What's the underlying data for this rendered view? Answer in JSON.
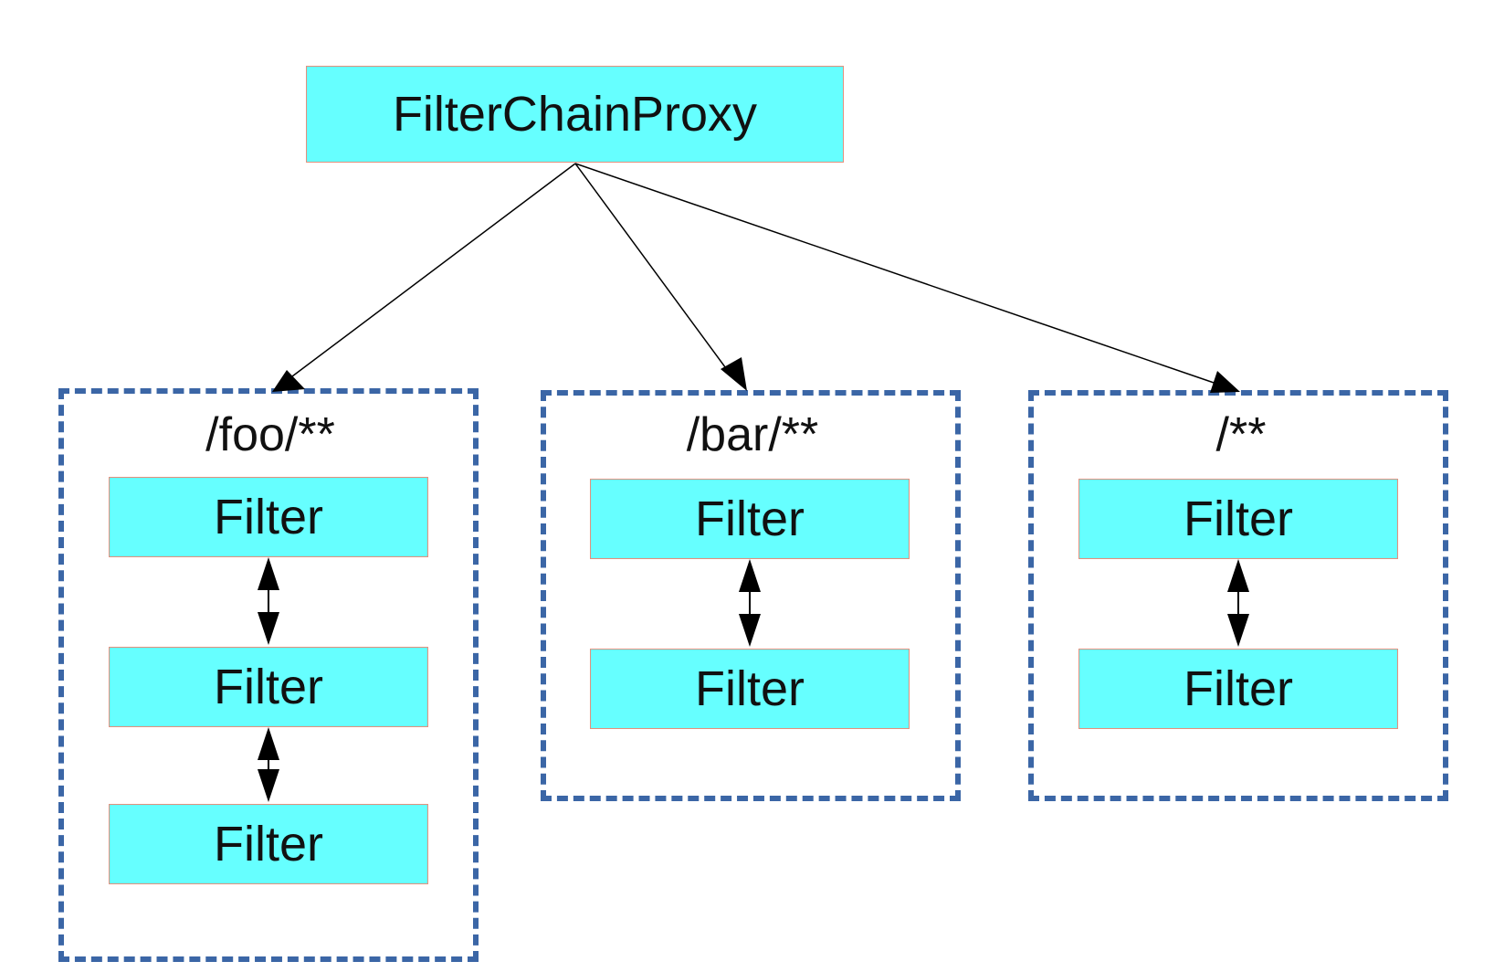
{
  "root": {
    "label": "FilterChainProxy"
  },
  "groups": [
    {
      "pattern": "/foo/**",
      "filters": [
        "Filter",
        "Filter",
        "Filter"
      ]
    },
    {
      "pattern": "/bar/**",
      "filters": [
        "Filter",
        "Filter"
      ]
    },
    {
      "pattern": "/**",
      "filters": [
        "Filter",
        "Filter"
      ]
    }
  ],
  "colors": {
    "node_fill": "#66ffff",
    "node_border": "#e3907d",
    "group_border": "#3b66a6",
    "connector": "#000000"
  }
}
